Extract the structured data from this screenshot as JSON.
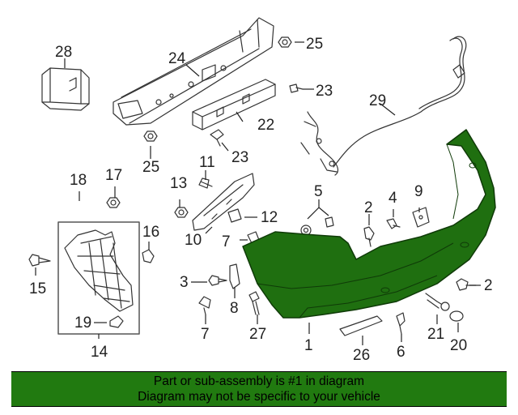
{
  "highlight_color": "#1f6f10",
  "footer": {
    "line1": "Part or sub-assembly is #1 in diagram",
    "line2": "Diagram may not be specific to your vehicle"
  },
  "callouts": {
    "c1": "1",
    "c2a": "2",
    "c2b": "2",
    "c3": "3",
    "c4": "4",
    "c5": "5",
    "c6": "6",
    "c7a": "7",
    "c7b": "7",
    "c8": "8",
    "c9": "9",
    "c10": "10",
    "c11": "11",
    "c12": "12",
    "c13": "13",
    "c14": "14",
    "c15": "15",
    "c16": "16",
    "c17": "17",
    "c18": "18",
    "c19": "19",
    "c20": "20",
    "c21": "21",
    "c22": "22",
    "c23a": "23",
    "c23b": "23",
    "c24": "24",
    "c25a": "25",
    "c25b": "25",
    "c26": "26",
    "c27": "27",
    "c28": "28",
    "c29": "29"
  }
}
